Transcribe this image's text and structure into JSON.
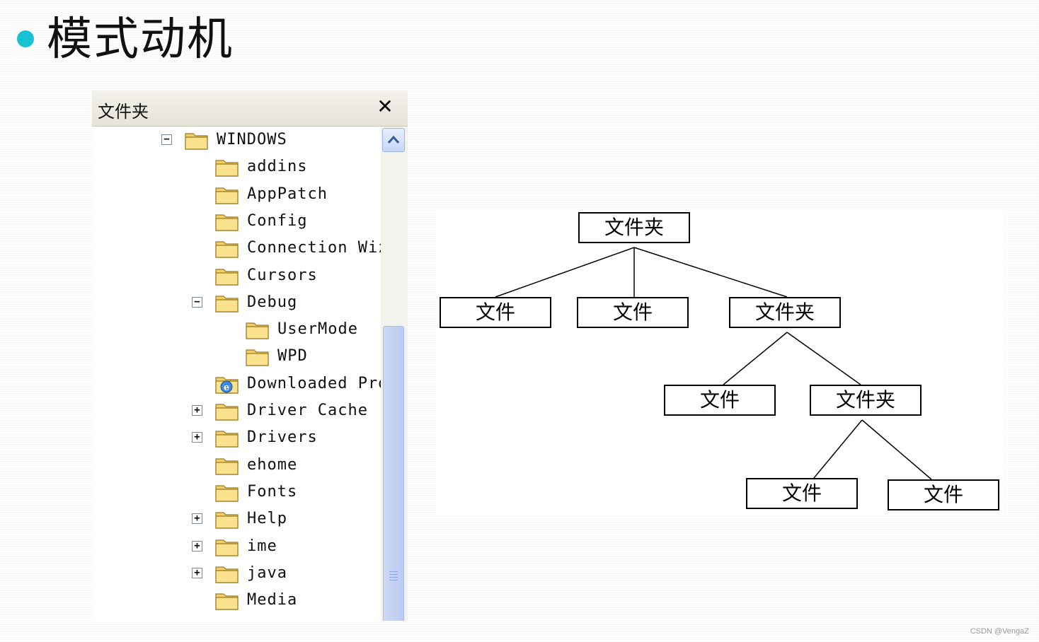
{
  "slide": {
    "title": "模式动机",
    "watermark": "CSDN @VengaZ",
    "bullet_color": "#19c2d3"
  },
  "folder_pane": {
    "title": "文件夹",
    "close_icon": "close-icon",
    "tree": [
      {
        "label": "WINDOWS",
        "level": 0,
        "toggle": "minus",
        "icon": "folder-open-icon"
      },
      {
        "label": "addins",
        "level": 1,
        "toggle": "",
        "icon": "folder-icon"
      },
      {
        "label": "AppPatch",
        "level": 1,
        "toggle": "",
        "icon": "folder-icon"
      },
      {
        "label": "Config",
        "level": 1,
        "toggle": "",
        "icon": "folder-icon"
      },
      {
        "label": "Connection Wiz",
        "level": 1,
        "toggle": "",
        "icon": "folder-icon"
      },
      {
        "label": "Cursors",
        "level": 1,
        "toggle": "",
        "icon": "folder-icon"
      },
      {
        "label": "Debug",
        "level": 1,
        "toggle": "minus",
        "icon": "folder-icon"
      },
      {
        "label": "UserMode",
        "level": 2,
        "toggle": "",
        "icon": "folder-icon"
      },
      {
        "label": "WPD",
        "level": 2,
        "toggle": "",
        "icon": "folder-icon"
      },
      {
        "label": "Downloaded Pro",
        "level": 1,
        "toggle": "",
        "icon": "ie-folder-icon"
      },
      {
        "label": "Driver Cache",
        "level": 1,
        "toggle": "plus",
        "icon": "folder-icon"
      },
      {
        "label": "Drivers",
        "level": 1,
        "toggle": "plus",
        "icon": "folder-icon"
      },
      {
        "label": "ehome",
        "level": 1,
        "toggle": "",
        "icon": "folder-icon"
      },
      {
        "label": "Fonts",
        "level": 1,
        "toggle": "",
        "icon": "folder-icon"
      },
      {
        "label": "Help",
        "level": 1,
        "toggle": "plus",
        "icon": "folder-icon"
      },
      {
        "label": "ime",
        "level": 1,
        "toggle": "plus",
        "icon": "folder-icon"
      },
      {
        "label": "java",
        "level": 1,
        "toggle": "plus",
        "icon": "folder-icon"
      },
      {
        "label": "Media",
        "level": 1,
        "toggle": "",
        "icon": "folder-icon"
      }
    ],
    "scrollbar": {
      "up_icon": "chevron-up-icon"
    }
  },
  "diagram": {
    "root": "文件夹",
    "level1": [
      "文件",
      "文件",
      "文件夹"
    ],
    "level2": [
      "文件",
      "文件夹"
    ],
    "level3": [
      "文件",
      "文件"
    ]
  }
}
